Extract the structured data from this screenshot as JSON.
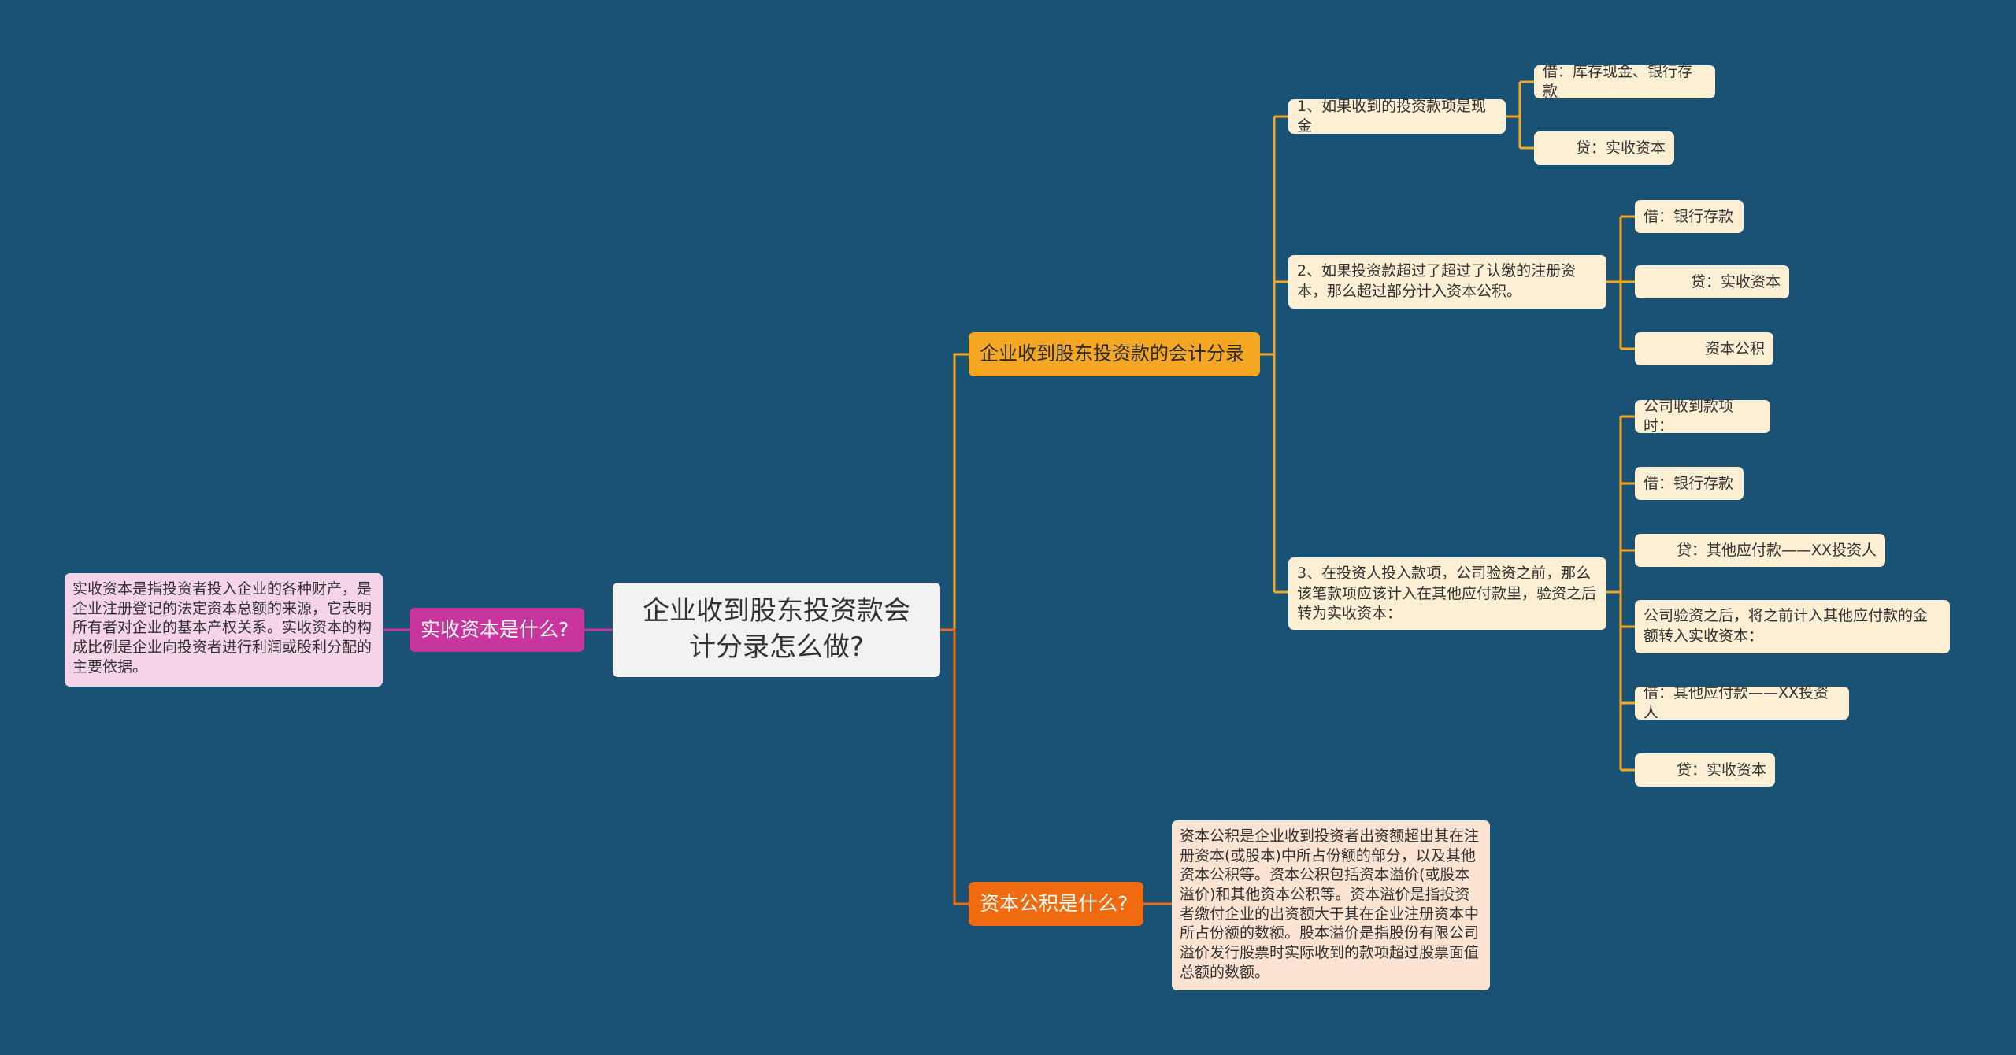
{
  "mindmap": {
    "root": {
      "label": "企业收到股东投资款会计分录怎么做?"
    },
    "left_branch": {
      "label": "实收资本是什么?",
      "description": "实收资本是指投资者投入企业的各种财产，是企业注册登记的法定资本总额的来源，它表明所有者对企业的基本产权关系。实收资本的构成比例是企业向投资者进行利润或股利分配的主要依据。"
    },
    "branch_entries": {
      "label": "企业收到股东投资款的会计分录",
      "items": [
        {
          "label": "1、如果收到的投资款项是现金",
          "children": [
            "借：库存现金、银行存款",
            "贷：实收资本"
          ]
        },
        {
          "label": "2、如果投资款超过了超过了认缴的注册资本，那么超过部分计入资本公积。",
          "children": [
            "借：银行存款",
            "贷：实收资本",
            "资本公积"
          ]
        },
        {
          "label": "3、在投资人投入款项，公司验资之前，那么该笔款项应该计入在其他应付款里，验资之后转为实收资本：",
          "children": [
            "公司收到款项时：",
            "借：银行存款",
            "贷：其他应付款——XX投资人",
            "公司验资之后，将之前计入其他应付款的金额转入实收资本：",
            "借：其他应付款——XX投资人",
            "贷：实收资本"
          ]
        }
      ]
    },
    "branch_surplus": {
      "label": "资本公积是什么?",
      "description": "资本公积是企业收到投资者出资额超出其在注册资本(或股本)中所占份额的部分，以及其他资本公积等。资本公积包括资本溢价(或股本溢价)和其他资本公积等。资本溢价是指投资者缴付企业的出资额大于其在企业注册资本中所占份额的数额。股本溢价是指股份有限公司溢价发行股票时实际收到的款项超过股票面值总额的数额。"
    },
    "colors": {
      "background": "#1a5276",
      "orange": "#f5a623",
      "red": "#f06a0f",
      "magenta": "#c8359f",
      "leaf": "#fdefd4"
    }
  }
}
